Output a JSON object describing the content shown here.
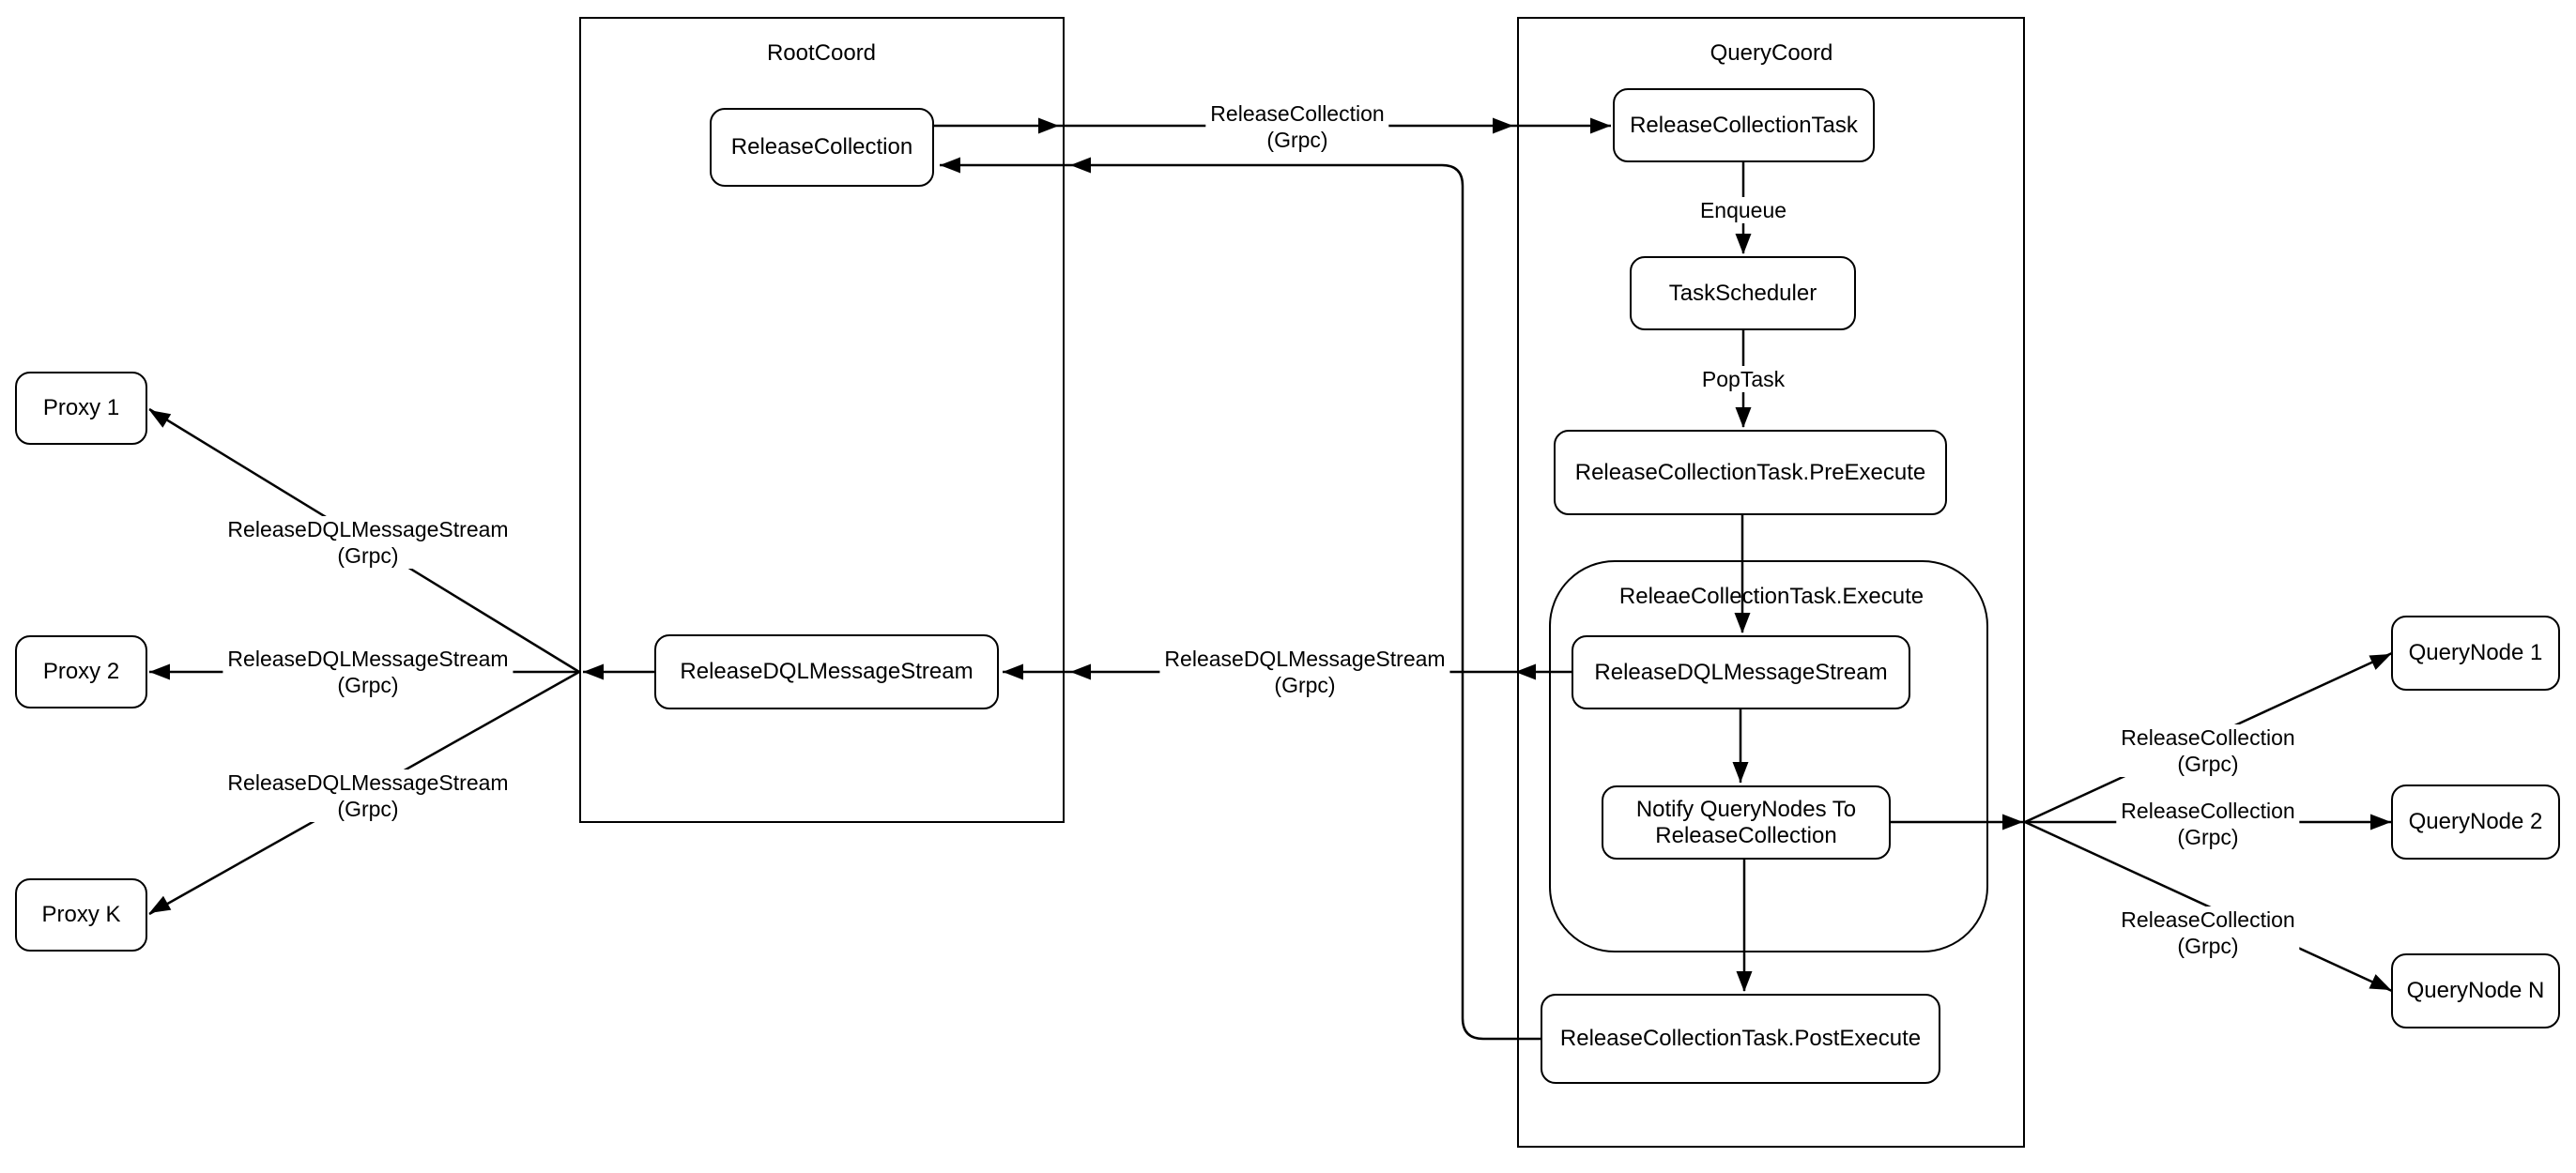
{
  "diagram": {
    "background_color": "#ffffff",
    "line_color": "#000000",
    "containers": {
      "rootcoord": {
        "title": "RootCoord"
      },
      "querycoord": {
        "title": "QueryCoord"
      },
      "execute_group": {
        "title": "ReleaeCollectionTask.Execute"
      }
    },
    "nodes": {
      "proxy_1": "Proxy 1",
      "proxy_2": "Proxy 2",
      "proxy_k": "Proxy K",
      "release_collection": "ReleaseCollection",
      "release_dql_rootcoord": "ReleaseDQLMessageStream",
      "release_collection_task": "ReleaseCollectionTask",
      "task_scheduler": "TaskScheduler",
      "pre_execute": "ReleaseCollectionTask.PreExecute",
      "release_dql_querycoord": "ReleaseDQLMessageStream",
      "notify": {
        "line1": "Notify QueryNodes To",
        "line2": "ReleaseCollection"
      },
      "post_execute": "ReleaseCollectionTask.PostExecute",
      "querynode_1": "QueryNode 1",
      "querynode_2": "QueryNode 2",
      "querynode_n": "QueryNode N"
    },
    "edge_labels": {
      "enqueue": "Enqueue",
      "pop_task": "PopTask",
      "release_collection_grpc": {
        "line1": "ReleaseCollection",
        "line2": "(Grpc)"
      },
      "release_dql_grpc": {
        "line1": "ReleaseDQLMessageStream",
        "line2": "(Grpc)"
      }
    }
  }
}
